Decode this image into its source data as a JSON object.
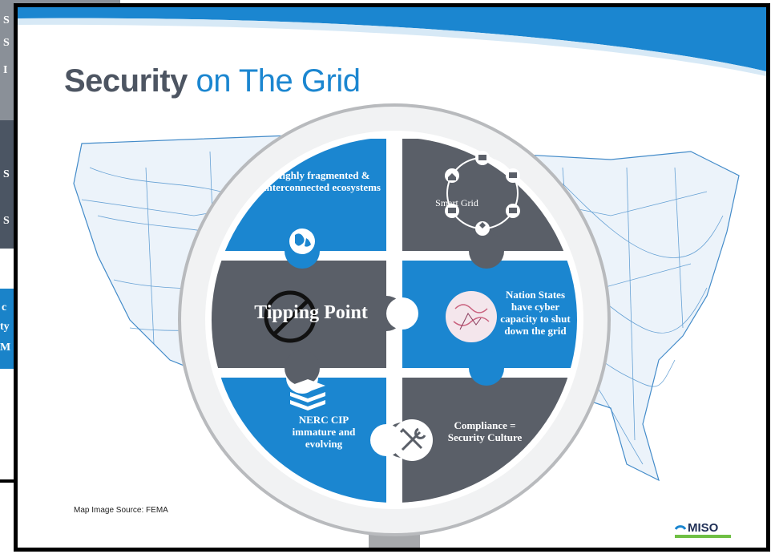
{
  "title": {
    "word1": "Security",
    "word2": "on The Grid"
  },
  "pieces": {
    "top_left": "Highly fragmented & interconnected ecosystems",
    "top_right": "Smart Grid",
    "mid_left": "Tipping Point",
    "mid_right": "Nation States have cyber capacity to shut down the grid",
    "bottom_left": "NERC CIP immature and evolving",
    "bottom_right": "Compliance = Security Culture"
  },
  "source": "Map Image Source: FEMA",
  "logo": {
    "text": "MISO"
  },
  "background_slide": {
    "letters": [
      "S",
      "S",
      "I",
      "S",
      "S",
      "c",
      "ty",
      "M"
    ]
  },
  "colors": {
    "blue": "#1b86d0",
    "gray": "#5a5f68",
    "title_gray": "#4d5562",
    "logo_navy": "#1f2f56",
    "logo_green": "#6fbf44"
  },
  "icons": [
    "globe-icon",
    "smart-grid-icon",
    "no-symbol-icon",
    "map-image-icon",
    "stack-icon",
    "tools-icon",
    "miso-logo-icon"
  ]
}
